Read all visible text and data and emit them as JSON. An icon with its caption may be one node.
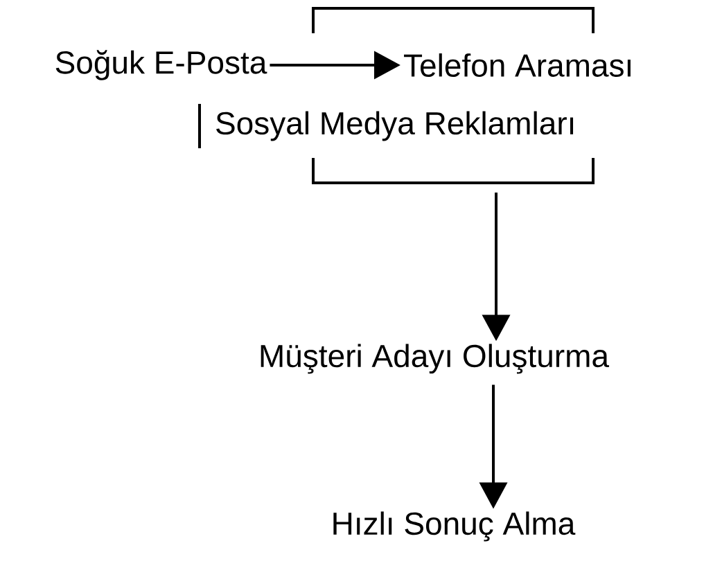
{
  "diagram": {
    "nodes": [
      {
        "text": [
          "Soğuk E-Posta"
        ]
      },
      {
        "text": [
          "Telefon Araması",
          "Sosyal Medya Reklamları"
        ]
      },
      {
        "text": [
          "Müşteri Adayı Oluşturma"
        ]
      },
      {
        "text": [
          "Hızlı Sonuç Alma"
        ]
      }
    ],
    "edges": [
      {
        "from": 0,
        "to": 1,
        "arrow": "to"
      },
      {
        "from": 1,
        "to": 2,
        "arrow": "to"
      },
      {
        "from": 2,
        "to": 3,
        "arrow": "to"
      }
    ]
  }
}
